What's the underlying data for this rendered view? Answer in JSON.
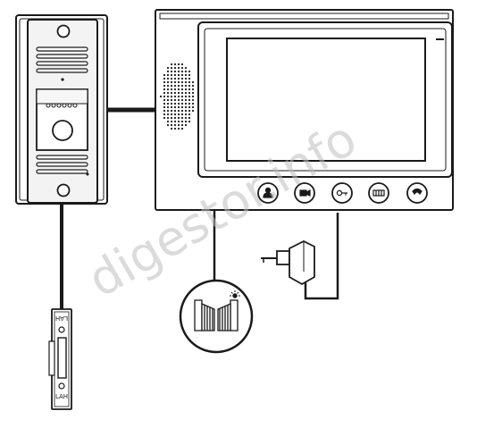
{
  "watermark": {
    "text": "digestor.info"
  },
  "lock": {
    "top_label": "LAH",
    "bottom_label": "LAH"
  },
  "monitor": {
    "buttons": [
      {
        "icon": "person-icon"
      },
      {
        "icon": "camera-icon"
      },
      {
        "icon": "key-icon"
      },
      {
        "icon": "gate-icon"
      },
      {
        "icon": "phone-icon"
      }
    ]
  }
}
